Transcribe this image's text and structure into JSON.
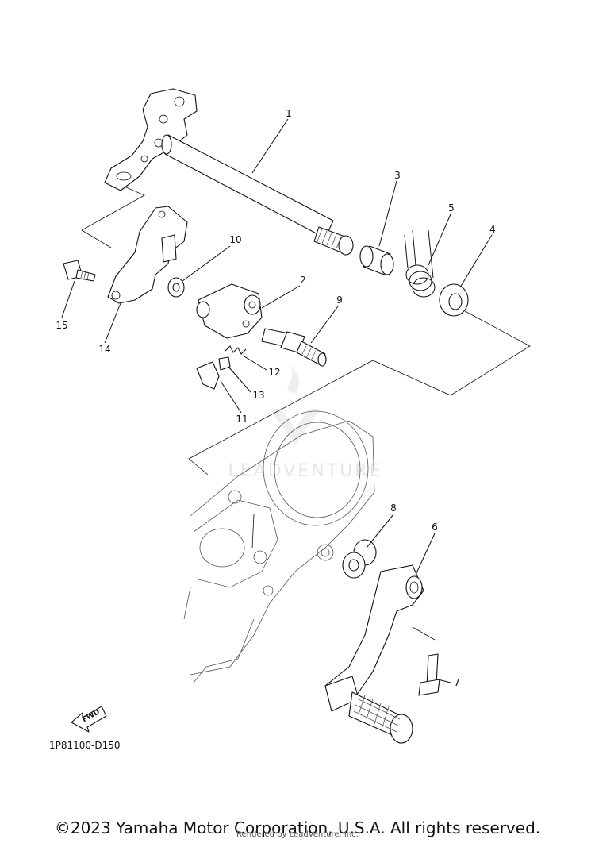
{
  "diagram": {
    "callouts": [
      {
        "number": "1"
      },
      {
        "number": "2"
      },
      {
        "number": "3"
      },
      {
        "number": "4"
      },
      {
        "number": "5"
      },
      {
        "number": "6"
      },
      {
        "number": "7"
      },
      {
        "number": "8"
      },
      {
        "number": "9"
      },
      {
        "number": "10"
      },
      {
        "number": "11"
      },
      {
        "number": "12"
      },
      {
        "number": "13"
      },
      {
        "number": "14"
      },
      {
        "number": "15"
      }
    ],
    "diagram_code": "1P81100-D150",
    "fwd_label": "FWD",
    "watermark": "LEADVENTURE"
  },
  "footer": {
    "copyright": "©2023 Yamaha Motor Corporation, U.S.A. All rights reserved.",
    "rendered_by": "Rendered by LeadVenture, Inc."
  }
}
